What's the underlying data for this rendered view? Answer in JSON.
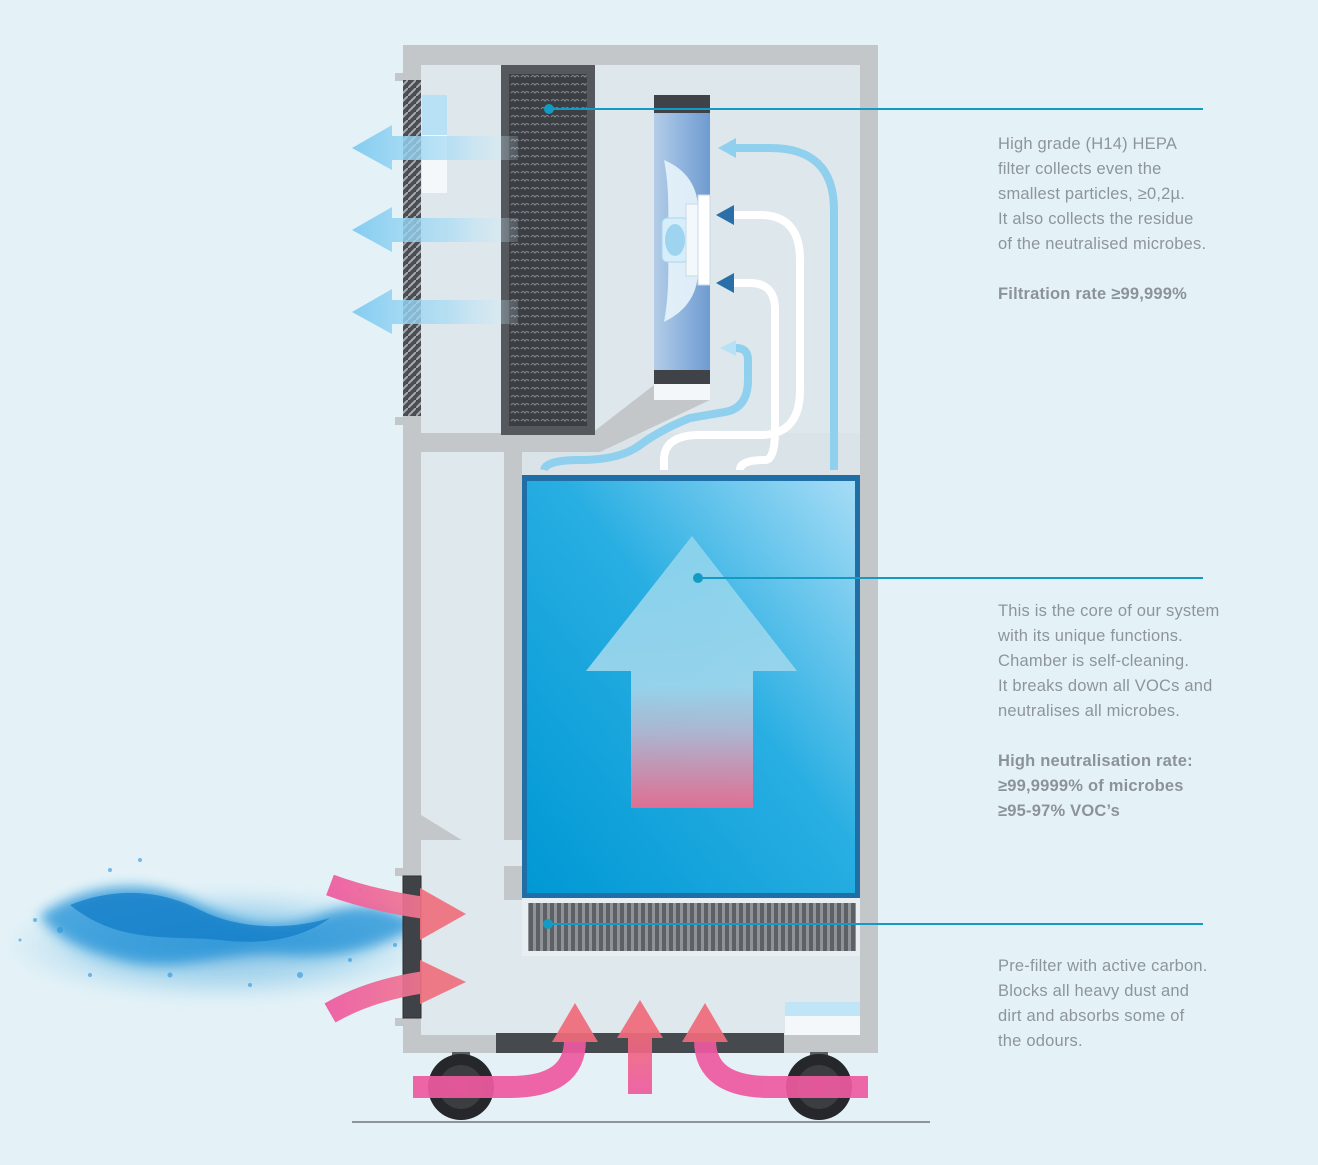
{
  "callouts": {
    "hepa": {
      "lines": [
        "High grade (H14) HEPA",
        "filter collects even the",
        "smallest particles, ≥0,2µ.",
        "It also collects the residue",
        "of the neutralised microbes."
      ],
      "bold_lines": [
        "Filtration rate ≥99,999%"
      ]
    },
    "chamber": {
      "lines": [
        "This is the core of our system",
        "with its unique functions.",
        "Chamber is self-cleaning.",
        "It breaks down all VOCs and",
        "neutralises all microbes."
      ],
      "bold_lines": [
        "High neutralisation rate:",
        "≥99,9999% of microbes",
        "≥95-97% VOC’s"
      ]
    },
    "prefilter": {
      "lines": [
        "Pre-filter with active carbon.",
        "Blocks all heavy dust and",
        "dirt and absorbs some of",
        "the odours."
      ]
    }
  },
  "colors": {
    "background": "#e4f2f7",
    "callout_line": "#139bc4",
    "chamber_blue": "#0a9fd8",
    "inflow_pink": "#ec5a98",
    "outflow_blue": "#8fd0ee"
  },
  "icons": {
    "fan": "fan-icon",
    "wheel": "wheel-icon"
  }
}
